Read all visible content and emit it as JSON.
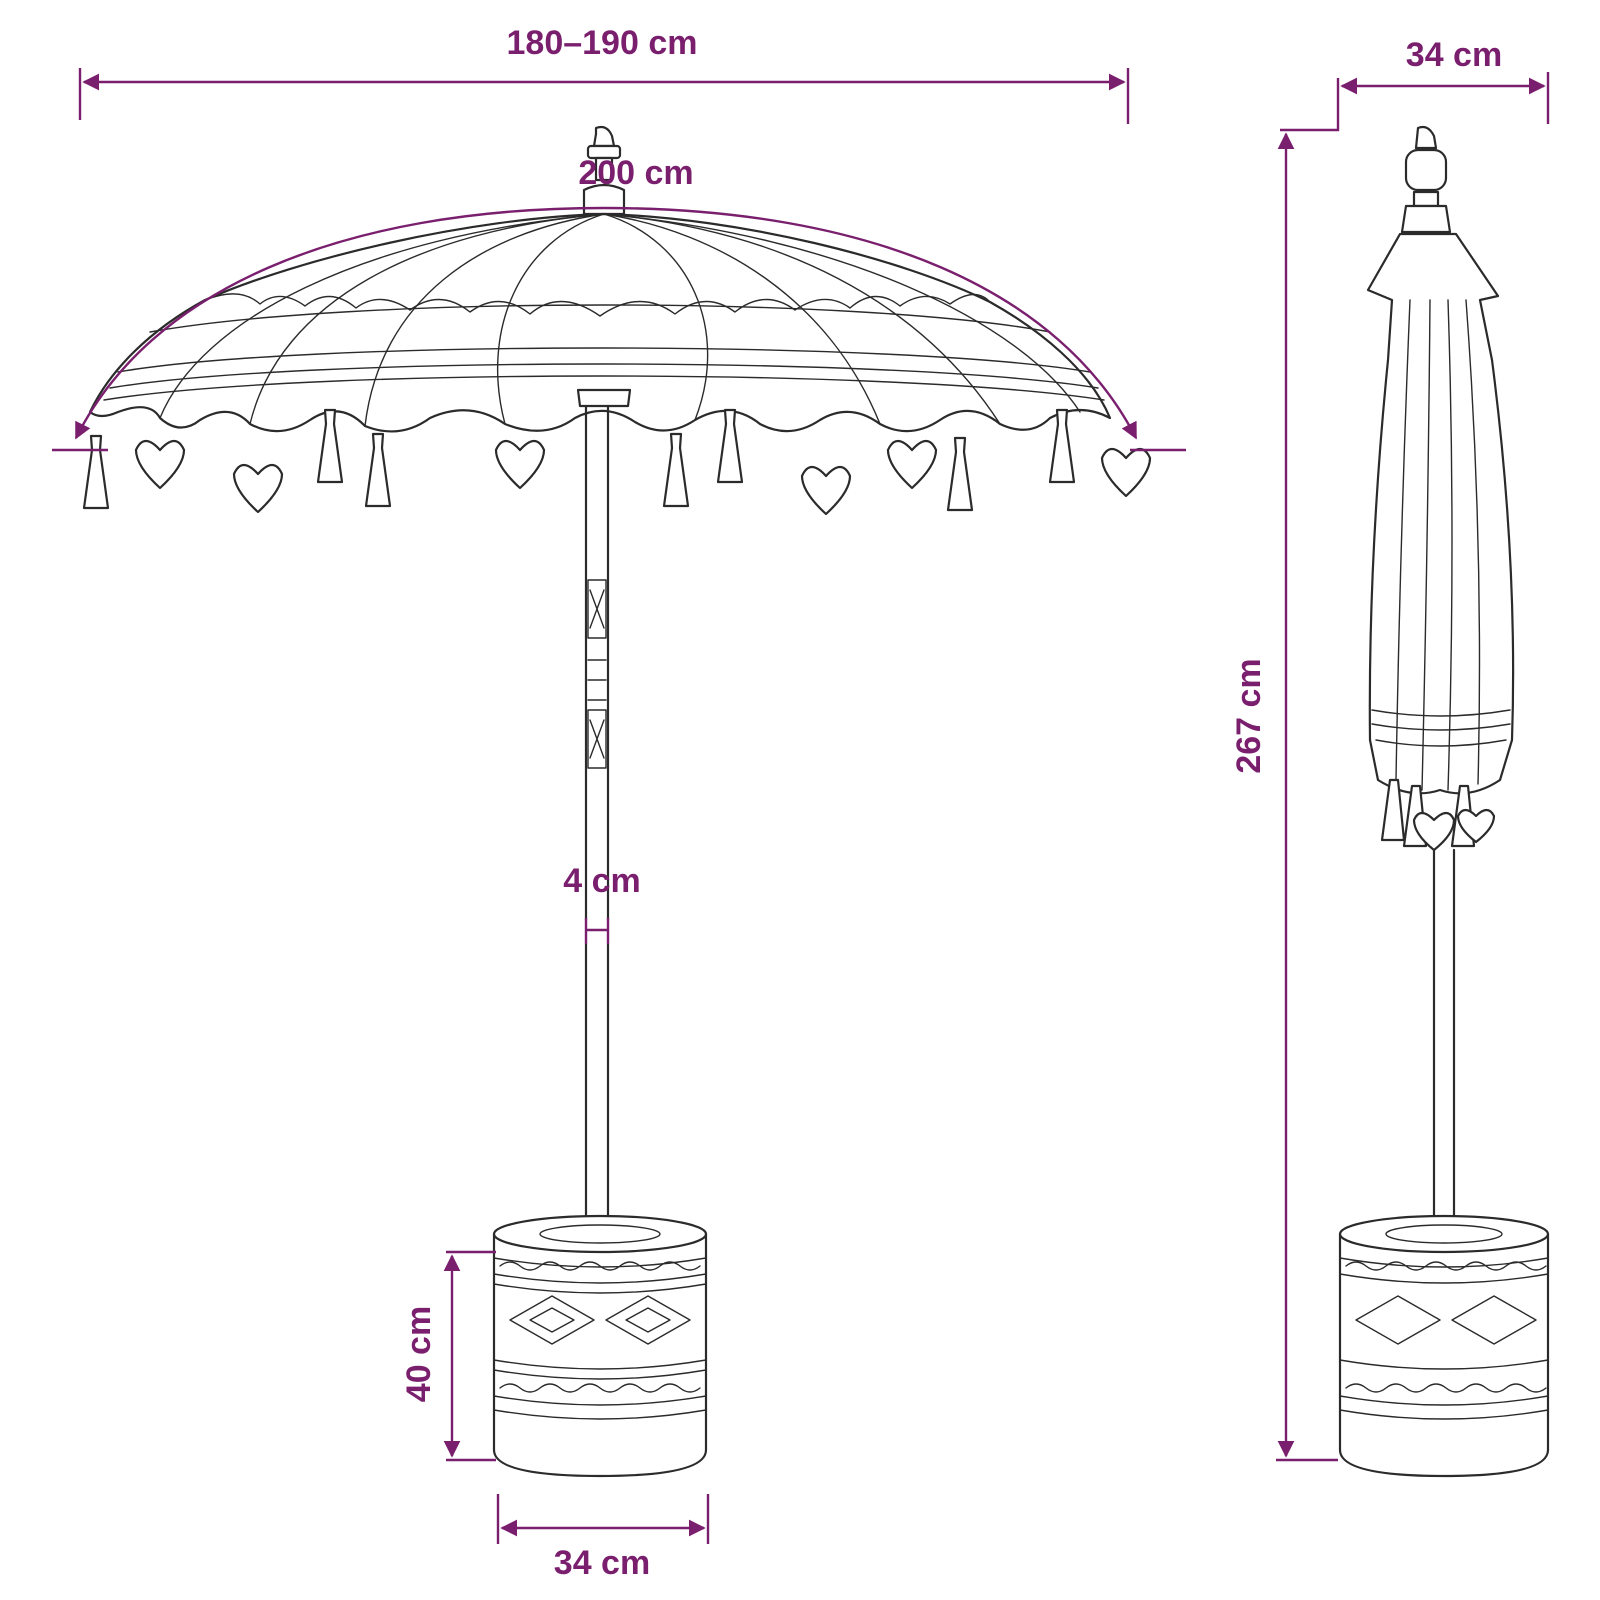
{
  "accent_color": "#7a1f6e",
  "open_view": {
    "dimensions": {
      "canopy_width": "180–190 cm",
      "canopy_arc": "200 cm",
      "pole_diameter": "4 cm",
      "base_height": "40 cm",
      "base_width": "34 cm"
    }
  },
  "closed_view": {
    "dimensions": {
      "total_height": "267 cm",
      "top_width": "34 cm"
    }
  }
}
